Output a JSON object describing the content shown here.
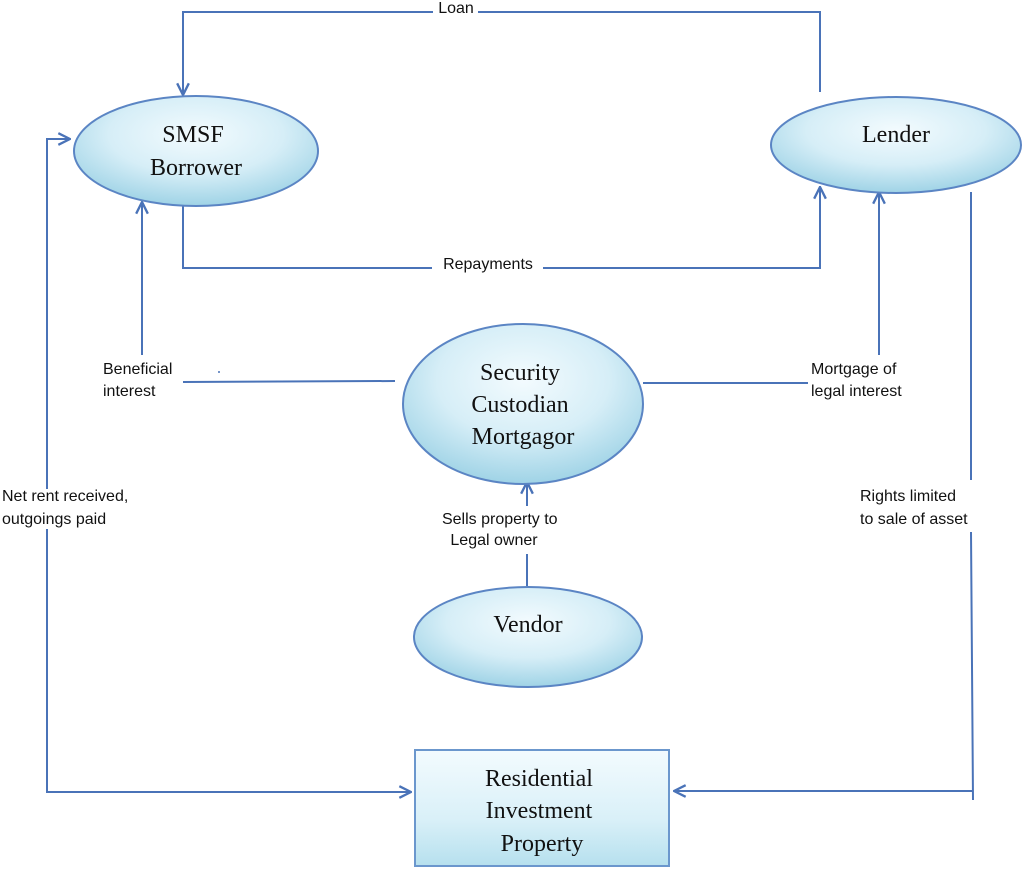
{
  "nodes": {
    "smsf_borrower": [
      "SMSF",
      "Borrower"
    ],
    "lender": [
      "Lender"
    ],
    "security_custodian": [
      "Security",
      "Custodian",
      "Mortgagor"
    ],
    "vendor": [
      "Vendor"
    ],
    "property": [
      "Residential",
      "Investment",
      "Property"
    ]
  },
  "edges": {
    "loan": [
      "Loan"
    ],
    "repayments": [
      "Repayments"
    ],
    "beneficial_interest": [
      "Beneficial",
      "interest"
    ],
    "mortgage": [
      "Mortgage of",
      "legal interest"
    ],
    "net_rent": [
      "Net rent received,",
      "outgoings paid"
    ],
    "rights_limited": [
      "Rights limited",
      "to sale of asset"
    ],
    "sells_property": [
      "Sells property to",
      "Legal owner"
    ]
  },
  "colors": {
    "line": "#4a73b8",
    "node_fill_light": "#f3fbfe",
    "node_fill_dark": "#9fd3e6"
  }
}
